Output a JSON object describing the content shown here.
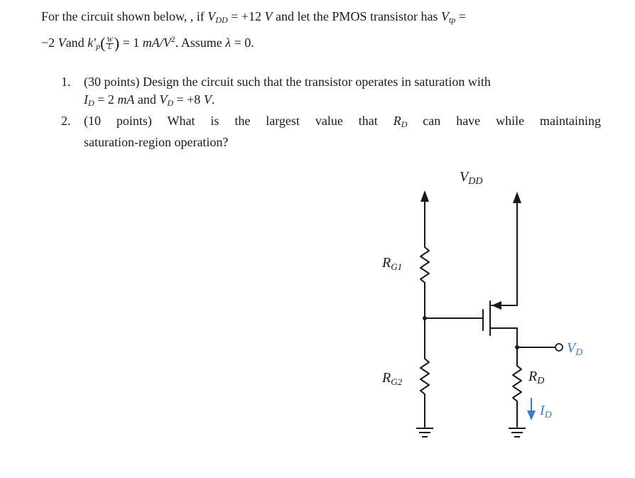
{
  "problem": {
    "intro_line1_a": "For the circuit shown below, , if ",
    "vdd_sym": "V",
    "vdd_sub": "DD",
    "intro_line1_b": " = +12 ",
    "unit_v": "V",
    "intro_line1_c": " and let the PMOS transistor has ",
    "vtp_sym": "V",
    "vtp_sub": "tp",
    "intro_line1_d": " =",
    "intro_line2_a": "−2 ",
    "intro_line2_b": "and ",
    "kp_sym": "k′",
    "kp_sub": "p",
    "wl_num": "W",
    "wl_den": "L",
    "intro_line2_c": " = 1 ",
    "kp_unit": "mA/V",
    "kp_unit_exp": "2",
    "intro_line2_d": ". Assume ",
    "lambda": "λ",
    "intro_line2_e": " = 0."
  },
  "questions": [
    {
      "number": "1.",
      "line1": "(30 points) Design the circuit such that the transistor operates in saturation with",
      "id_sym": "I",
      "id_sub": "D",
      "line2_a": " = 2 ",
      "line2_unit": "mA",
      "line2_b": " and ",
      "vd_sym": "V",
      "vd_sub": "D",
      "line2_c": " = +8 ",
      "line2_unit2": "V",
      "line2_d": "."
    },
    {
      "number": "2.",
      "line1_a": "(10 points) What is the largest value that ",
      "rd_sym": "R",
      "rd_sub": "D",
      "line1_b": " can have while maintaining",
      "line2": "saturation-region operation?"
    }
  ],
  "circuit": {
    "vdd_label": "V",
    "vdd_label_sub": "DD",
    "rg1_label": "R",
    "rg1_sub": "G1",
    "rg2_label": "R",
    "rg2_sub": "G2",
    "rd_label": "R",
    "rd_sub": "D",
    "vd_label": "V",
    "vd_sub": "D",
    "id_label": "I",
    "id_sub": "D"
  },
  "colors": {
    "wire": "#1a1a1a",
    "accent_blue": "#3a7cc7"
  }
}
